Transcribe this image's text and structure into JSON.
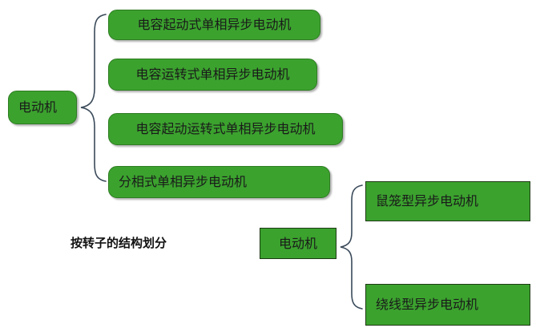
{
  "diagram": {
    "title_caption": "按转子的结构划分",
    "left_group": {
      "root_label": "电动机",
      "children": [
        {
          "label": "电容起动式单相异步电动机"
        },
        {
          "label": "电容运转式单相异步电动机"
        },
        {
          "label": "电容起动运转式单相异步电动机"
        },
        {
          "label": "分相式单相异步电动机"
        }
      ]
    },
    "right_group": {
      "root_label": "电动机",
      "children": [
        {
          "label": "鼠笼型异步电动机"
        },
        {
          "label": "绕线型异步电动机"
        }
      ]
    },
    "colors": {
      "node_fill": "#3BA22E",
      "rounded_border": "#2E7D22",
      "square_border": "#1d3b14",
      "brace_stroke": "#3a4a5a",
      "text": "#1a1a1a",
      "background": "#ffffff"
    }
  }
}
